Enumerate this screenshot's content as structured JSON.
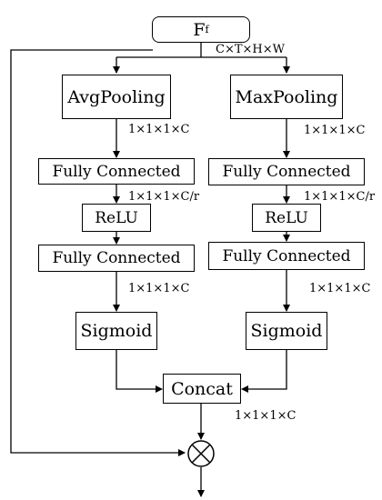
{
  "input": {
    "symbol": "F",
    "subscript": "f",
    "dims": "C×T×H×W"
  },
  "branch_left": {
    "pool": "AvgPooling",
    "dim_after_pool": "1×1×1×C",
    "fc1": "Fully Connected",
    "dim_after_fc1": "1×1×1×C/r",
    "relu": "ReLU",
    "fc2": "Fully Connected",
    "dim_after_fc2": "1×1×1×C",
    "sigmoid": "Sigmoid"
  },
  "branch_right": {
    "pool": "MaxPooling",
    "dim_after_pool": "1×1×1×C",
    "fc1": "Fully Connected",
    "dim_after_fc1": "1×1×1×C/r",
    "relu": "ReLU",
    "fc2": "Fully Connected",
    "dim_after_fc2": "1×1×1×C",
    "sigmoid": "Sigmoid"
  },
  "concat": {
    "label": "Concat",
    "dim": "1×1×1×C"
  },
  "multiply": {
    "icon": "multiply-circle-icon"
  }
}
